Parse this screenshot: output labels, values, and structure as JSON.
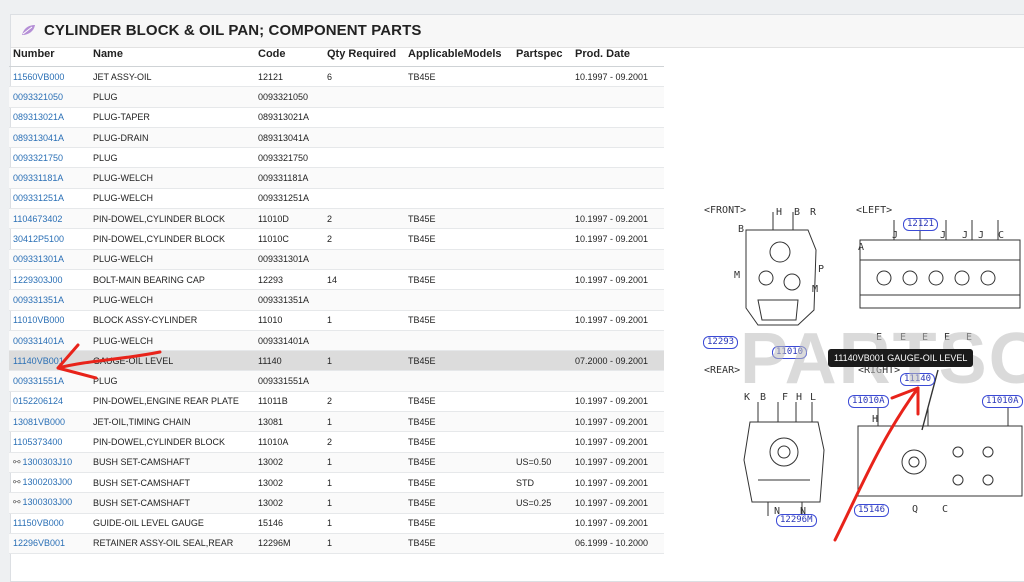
{
  "panel": {
    "title": "CYLINDER BLOCK & OIL PAN; COMPONENT PARTS",
    "icon": "leaf-icon",
    "accent": "#9b59b6"
  },
  "table": {
    "headers": [
      "Number",
      "Name",
      "Code",
      "Qty Required",
      "ApplicableModels",
      "Partspec",
      "Prod. Date"
    ],
    "rows": [
      {
        "number": "11560VB000",
        "name": "JET ASSY-OIL",
        "code": "12121",
        "qty": "6",
        "models": "TB45E",
        "spec": "",
        "date": "10.1997 - 09.2001",
        "link": false
      },
      {
        "number": "0093321050",
        "name": "PLUG",
        "code": "0093321050",
        "qty": "",
        "models": "",
        "spec": "",
        "date": "",
        "link": false
      },
      {
        "number": "089313021A",
        "name": "PLUG-TAPER",
        "code": "089313021A",
        "qty": "",
        "models": "",
        "spec": "",
        "date": "",
        "link": false
      },
      {
        "number": "089313041A",
        "name": "PLUG-DRAIN",
        "code": "089313041A",
        "qty": "",
        "models": "",
        "spec": "",
        "date": "",
        "link": false
      },
      {
        "number": "0093321750",
        "name": "PLUG",
        "code": "0093321750",
        "qty": "",
        "models": "",
        "spec": "",
        "date": "",
        "link": false
      },
      {
        "number": "009331181A",
        "name": "PLUG-WELCH",
        "code": "009331181A",
        "qty": "",
        "models": "",
        "spec": "",
        "date": "",
        "link": false
      },
      {
        "number": "009331251A",
        "name": "PLUG-WELCH",
        "code": "009331251A",
        "qty": "",
        "models": "",
        "spec": "",
        "date": "",
        "link": false
      },
      {
        "number": "1104673402",
        "name": "PIN-DOWEL,CYLINDER BLOCK",
        "code": "11010D",
        "qty": "2",
        "models": "TB45E",
        "spec": "",
        "date": "10.1997 - 09.2001",
        "link": false
      },
      {
        "number": "30412P5100",
        "name": "PIN-DOWEL,CYLINDER BLOCK",
        "code": "11010C",
        "qty": "2",
        "models": "TB45E",
        "spec": "",
        "date": "10.1997 - 09.2001",
        "link": false
      },
      {
        "number": "009331301A",
        "name": "PLUG-WELCH",
        "code": "009331301A",
        "qty": "",
        "models": "",
        "spec": "",
        "date": "",
        "link": false
      },
      {
        "number": "1229303J00",
        "name": "BOLT-MAIN BEARING CAP",
        "code": "12293",
        "qty": "14",
        "models": "TB45E",
        "spec": "",
        "date": "10.1997 - 09.2001",
        "link": false
      },
      {
        "number": "009331351A",
        "name": "PLUG-WELCH",
        "code": "009331351A",
        "qty": "",
        "models": "",
        "spec": "",
        "date": "",
        "link": false
      },
      {
        "number": "11010VB000",
        "name": "BLOCK ASSY-CYLINDER",
        "code": "11010",
        "qty": "1",
        "models": "TB45E",
        "spec": "",
        "date": "10.1997 - 09.2001",
        "link": false
      },
      {
        "number": "009331401A",
        "name": "PLUG-WELCH",
        "code": "009331401A",
        "qty": "",
        "models": "",
        "spec": "",
        "date": "",
        "link": false
      },
      {
        "number": "11140VB001",
        "name": "GAUGE-OIL LEVEL",
        "code": "11140",
        "qty": "1",
        "models": "TB45E",
        "spec": "",
        "date": "07.2000 - 09.2001",
        "link": false,
        "selected": true
      },
      {
        "number": "009331551A",
        "name": "PLUG",
        "code": "009331551A",
        "qty": "",
        "models": "",
        "spec": "",
        "date": "",
        "link": false
      },
      {
        "number": "0152206124",
        "name": "PIN-DOWEL,ENGINE REAR PLATE",
        "code": "11011B",
        "qty": "2",
        "models": "TB45E",
        "spec": "",
        "date": "10.1997 - 09.2001",
        "link": false
      },
      {
        "number": "13081VB000",
        "name": "JET-OIL,TIMING CHAIN",
        "code": "13081",
        "qty": "1",
        "models": "TB45E",
        "spec": "",
        "date": "10.1997 - 09.2001",
        "link": false
      },
      {
        "number": "1105373400",
        "name": "PIN-DOWEL,CYLINDER BLOCK",
        "code": "11010A",
        "qty": "2",
        "models": "TB45E",
        "spec": "",
        "date": "10.1997 - 09.2001",
        "link": false
      },
      {
        "number": "1300303J10",
        "name": "BUSH SET-CAMSHAFT",
        "code": "13002",
        "qty": "1",
        "models": "TB45E",
        "spec": "US=0.50",
        "date": "10.1997 - 09.2001",
        "link": true
      },
      {
        "number": "1300203J00",
        "name": "BUSH SET-CAMSHAFT",
        "code": "13002",
        "qty": "1",
        "models": "TB45E",
        "spec": "STD",
        "date": "10.1997 - 09.2001",
        "link": true
      },
      {
        "number": "1300303J00",
        "name": "BUSH SET-CAMSHAFT",
        "code": "13002",
        "qty": "1",
        "models": "TB45E",
        "spec": "US=0.25",
        "date": "10.1997 - 09.2001",
        "link": true
      },
      {
        "number": "11150VB000",
        "name": "GUIDE-OIL LEVEL GAUGE",
        "code": "15146",
        "qty": "1",
        "models": "TB45E",
        "spec": "",
        "date": "10.1997 - 09.2001",
        "link": false
      },
      {
        "number": "12296VB001",
        "name": "RETAINER ASSY-OIL SEAL,REAR",
        "code": "12296M",
        "qty": "1",
        "models": "TB45E",
        "spec": "",
        "date": "06.1999 - 10.2000",
        "link": false
      }
    ]
  },
  "diagram": {
    "views": [
      "<FRONT>",
      "<LEFT>",
      "<REAR>",
      "<RIGHT>"
    ],
    "callouts": [
      "12121",
      "12293",
      "11010",
      "11140",
      "11010A",
      "11010A",
      "12296M",
      "15146"
    ],
    "watermark": "PARTSO",
    "tooltip": "11140VB001 GAUGE-OIL LEVEL",
    "letters": {
      "front": [
        "H",
        "B",
        "R",
        "B",
        "M",
        "P",
        "M"
      ],
      "left": [
        "A",
        "J",
        "J",
        "J",
        "J",
        "C",
        "E",
        "E",
        "E",
        "E",
        "E"
      ],
      "rear": [
        "K",
        "B",
        "F",
        "H",
        "L",
        "N",
        "N"
      ],
      "right": [
        "H",
        "Q",
        "C"
      ]
    }
  },
  "annotation_color": "#e8231a"
}
